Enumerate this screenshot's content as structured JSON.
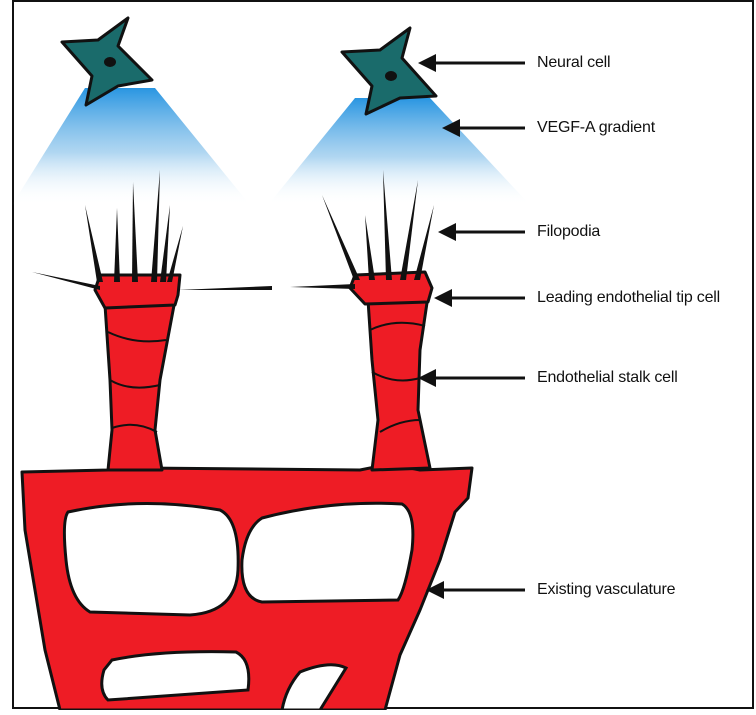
{
  "labels": {
    "neural_cell": "Neural cell",
    "vegf_gradient": "VEGF-A gradient",
    "filopodia": "Filopodia",
    "tip_cell": "Leading endothelial tip cell",
    "stalk_cell": "Endothelial stalk cell",
    "vasculature": "Existing vasculature"
  },
  "colors": {
    "vessel": "#ee1c25",
    "neural_cell": "#1a6b6b",
    "gradient": "#1e90e0",
    "outline": "#111111"
  },
  "icons": {
    "neural_cell": "star-shaped-cell-icon",
    "arrow": "arrow-left-icon"
  }
}
